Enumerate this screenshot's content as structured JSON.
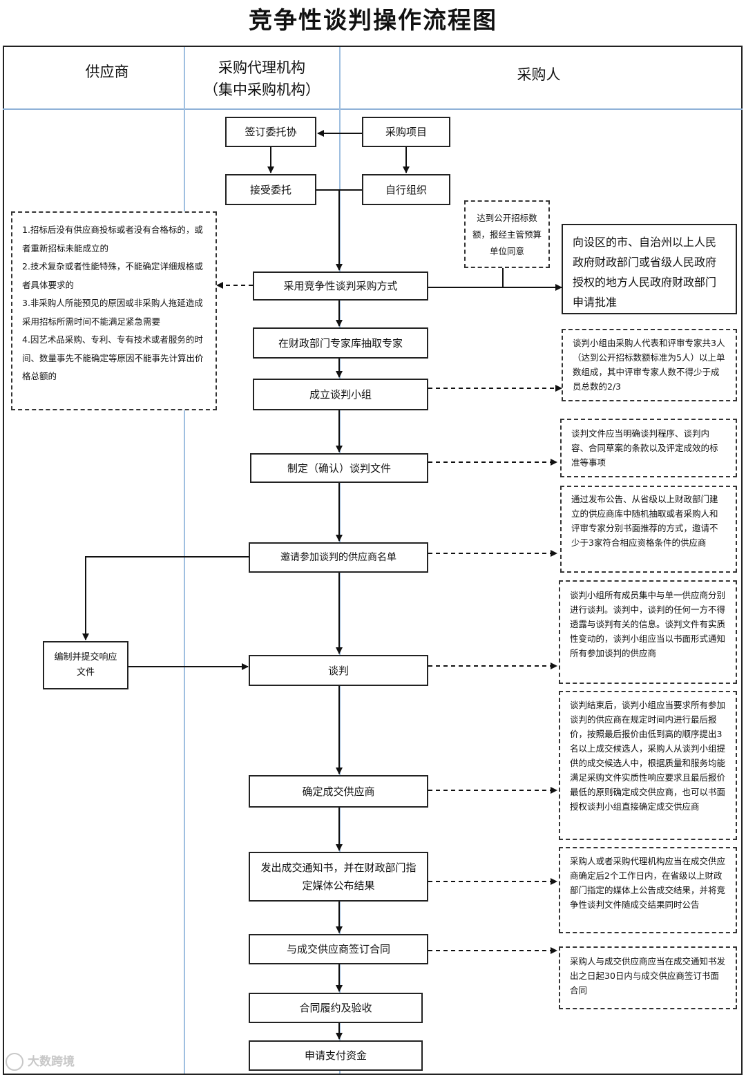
{
  "title": "竞争性谈判操作流程图",
  "lanes": {
    "supplier": "供应商",
    "agency_line1": "采购代理机构",
    "agency_line2": "（集中采购机构）",
    "purchaser": "采购人"
  },
  "steps": {
    "sign_entrust": "签订委托协",
    "purchase_project": "采购项目",
    "accept_entrust": "接受委托",
    "self_organize": "自行组织",
    "adopt_method": "采用竞争性谈判采购方式",
    "extract_experts": "在财政部门专家库抽取专家",
    "form_group": "成立谈判小组",
    "make_docs": "制定（确认）谈判文件",
    "invite_list": "邀请参加谈判的供应商名单",
    "compile_submit": "编制并提交响应文件",
    "negotiate": "谈判",
    "confirm_supplier": "确定成交供应商",
    "issue_notice": "发出成交通知书，并在财政部门指定媒体公布结果",
    "sign_contract": "与成交供应商签订合同",
    "perform_accept": "合同履约及验收",
    "apply_payment": "申请支付资金"
  },
  "notes": {
    "conditions": [
      "1.招标后没有供应商投标或者没有合格标的，或者重新招标未能成立的",
      "2.技术复杂或者性能特殊，不能确定详细规格或者具体要求的",
      "3.非采购人所能预见的原因或非采购人拖延造成采用招标所需时间不能满足紧急需要",
      "4.因艺术品采购、专利、专有技术或者服务的时间、数量事先不能确定等原因不能事先计算出价格总额的"
    ],
    "threshold": "达到公开招标数额，报经主管预算单位同意",
    "approval": "向设区的市、自治州以上人民政府财政部门或省级人民政府授权的地方人民政府财政部门申请批准",
    "group_members": "谈判小组由采购人代表和评审专家共3人（达到公开招标数额标准为5人）以上单数组成，其中评审专家人数不得少于成员总数的2/3",
    "docs_content": "谈判文件应当明确谈判程序、谈判内容、合同草案的条款以及评定成效的标准等事项",
    "invite_method": "通过发布公告、从省级以上财政部门建立的供应商库中随机抽取或者采购人和评审专家分别书面推荐的方式，邀请不少于3家符合相应资格条件的供应商",
    "negotiate_rule": "谈判小组所有成员集中与单一供应商分别进行谈判。谈判中，谈判的任何一方不得透露与谈判有关的信息。谈判文件有实质性变动的，谈判小组应当以书面形式通知所有参加谈判的供应商",
    "final_quote": "谈判结束后，谈判小组应当要求所有参加谈判的供应商在规定时间内进行最后报价，按照最后报价由低到高的顺序提出3名以上成交候选人，采购人从谈判小组提供的成交候选人中，根据质量和服务均能满足采购文件实质性响应要求且最后报价最低的原则确定成交供应商，也可以书面授权谈判小组直接确定成交供应商",
    "publish_result": "采购人或者采购代理机构应当在成交供应商确定后2个工作日内，在省级以上财政部门指定的媒体上公告成交结果，并将竞争性谈判文件随成交结果同时公告",
    "contract_deadline": "采购人与成交供应商应当在成交通知书发出之日起30日内与成交供应商签订书面合同"
  },
  "watermark": "大数跨境"
}
